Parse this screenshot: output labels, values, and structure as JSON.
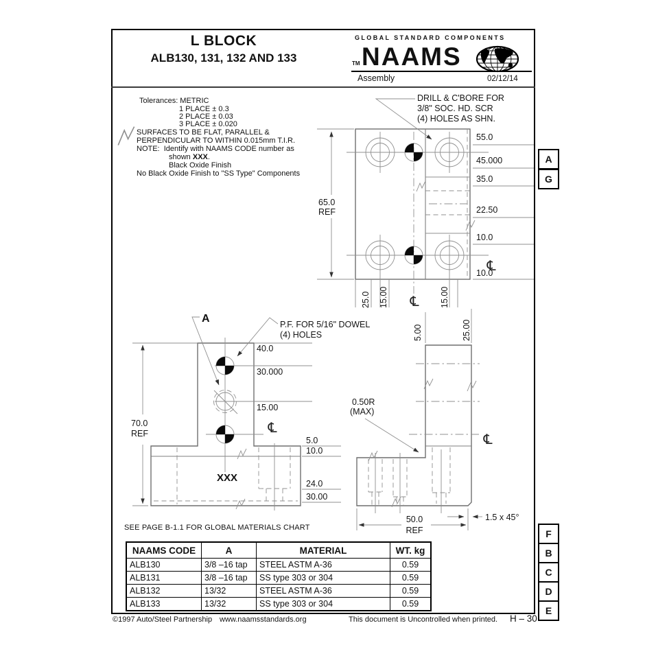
{
  "colors": {
    "background": "#ffffff",
    "border": "#000000",
    "line": "#7d7d7d",
    "text": "#111111"
  },
  "symbols": {
    "centerline": "℄"
  },
  "header": {
    "title_line1": "L BLOCK",
    "title_line2": "ALB130, 131, 132 AND 133",
    "brand": {
      "tagline": "GLOBAL STANDARD COMPONENTS",
      "tm": "TM",
      "name": "NAAMS",
      "subtitle": "Assembly",
      "date": "02/12/14"
    }
  },
  "notes": {
    "tolerances_title": "Tolerances: METRIC",
    "tolerance_lines": [
      "1 PLACE ± 0.3",
      "2 PLACE ± 0.03",
      "3 PLACE ± 0.020"
    ],
    "surface_line1": "SURFACES TO BE FLAT, PARALLEL &",
    "surface_line2": "PERPENDICULAR TO WITHIN 0.015mm T.I.R.",
    "note_line1": "NOTE:  Identify with NAAMS CODE number as",
    "note2_pre": "shown ",
    "note2_code": "XXX",
    "note2_post": ".",
    "note_line3": "Black Oxide Finish",
    "note_line4": "No Black Oxide Finish to \"SS Type\" Components"
  },
  "plan_view": {
    "callout": [
      "DRILL & C'BORE FOR",
      "3/8\" SOC. HD. SCR",
      "(4) HOLES AS SHN."
    ],
    "dims_right": [
      "55.0",
      "45.000",
      "35.0",
      "22.50",
      "10.0",
      "10.0"
    ],
    "dim_left": [
      "65.0",
      "REF"
    ],
    "dims_bottom": [
      "25.0",
      "15.00",
      "15.00"
    ]
  },
  "front_view": {
    "detail_label": "A",
    "callout": [
      "P.F. FOR 5/16\" DOWEL",
      "(4) HOLES"
    ],
    "dims_right": [
      "40.0",
      "30.000",
      "15.00",
      "5.0",
      "10.0",
      "24.0",
      "30.00"
    ],
    "dim_left": [
      "70.0",
      "REF"
    ],
    "part_label": "XXX"
  },
  "side_view": {
    "dims_top": [
      "5.00",
      "25.00"
    ],
    "radius_note1": "0.50R",
    "radius_note2": "(MAX)",
    "dim_bottom1": "50.0",
    "dim_bottom2": "REF",
    "chamfer_note": "1.5 x 45°"
  },
  "table": {
    "caption": "SEE PAGE B-1.1 FOR GLOBAL MATERIALS CHART",
    "headers": [
      "NAAMS CODE",
      "A",
      "MATERIAL",
      "WT. kg"
    ],
    "rows": [
      [
        "ALB130",
        "3/8 –16 tap",
        "STEEL ASTM A-36",
        "0.59"
      ],
      [
        "ALB131",
        "3/8 –16 tap",
        "SS type 303 or 304",
        "0.59"
      ],
      [
        "ALB132",
        "13/32",
        "STEEL ASTM A-36",
        "0.59"
      ],
      [
        "ALB133",
        "13/32",
        "SS type 303 or 304",
        "0.59"
      ]
    ]
  },
  "zone_letters": {
    "top": [
      "A",
      "G"
    ],
    "bottom": [
      "F",
      "B",
      "C",
      "D",
      "E"
    ]
  },
  "footer": {
    "copyright": "©1997 Auto/Steel Partnership",
    "website": "www.naamsstandards.org",
    "notice": "This document is Uncontrolled when printed.",
    "page_ref": "H – 30"
  }
}
